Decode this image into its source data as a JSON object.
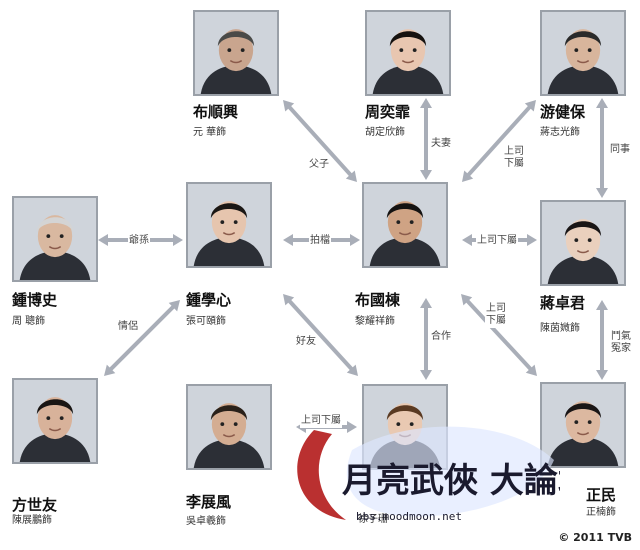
{
  "nodes": [
    {
      "id": "bu_shun_hing",
      "name": "布順興",
      "actor": "元 華飾",
      "tone": "#c9a58e",
      "hair": "#4a4a48"
    },
    {
      "id": "chau_yik_fei",
      "name": "周奕霏",
      "actor": "胡定欣飾",
      "tone": "#e8c6b0",
      "hair": "#161210"
    },
    {
      "id": "yau_kin_po",
      "name": "游健保",
      "actor": "蔣志光飾",
      "tone": "#d8b59c",
      "hair": "#2a2a2a"
    },
    {
      "id": "chung_pok_sze",
      "name": "鍾博史",
      "actor": "周 聰飾",
      "tone": "#d9b8a0",
      "hair": "#d4d4d4"
    },
    {
      "id": "chung_hok_sum",
      "name": "鍾學心",
      "actor": "張可頤飾",
      "tone": "#e6c5ae",
      "hair": "#1b1714"
    },
    {
      "id": "bu_kwok_tung",
      "name": "布國棟",
      "actor": "黎耀祥飾",
      "tone": "#cfa384",
      "hair": "#151312"
    },
    {
      "id": "cheung_cheuk_kwan",
      "name": "蔣卓君",
      "actor": "陳茵媺飾",
      "tone": "#ead0bd",
      "hair": "#1a1616"
    },
    {
      "id": "fong_sai_yau",
      "name": "方世友",
      "actor": "陳展鵬飾",
      "tone": "#d8b29a",
      "hair": "#1a1614"
    },
    {
      "id": "lee_chin_fung",
      "name": "李展風",
      "actor": "吳卓羲飾",
      "tone": "#d4ad92",
      "hair": "#2a211a"
    },
    {
      "id": "partial_center",
      "name": "",
      "actor": "徐子珊",
      "tone": "#e9c9b2",
      "hair": "#5a3a22"
    },
    {
      "id": "partial_right",
      "name": "正民",
      "actor": "正楠飾",
      "tone": "#dcb8a0",
      "hair": "#1a1616"
    }
  ],
  "edges": [
    {
      "label": "父子"
    },
    {
      "label": "夫妻"
    },
    {
      "label": "上司\n下屬"
    },
    {
      "label": "同事"
    },
    {
      "label": "爺孫"
    },
    {
      "label": "拍檔"
    },
    {
      "label": "上司下屬"
    },
    {
      "label": "情侶"
    },
    {
      "label": "好友"
    },
    {
      "label": "合作"
    },
    {
      "label": "上司\n下屬"
    },
    {
      "label": "鬥氣\n冤家"
    },
    {
      "label": "上司下屬"
    }
  ],
  "copyright": "© 2011 TVB",
  "watermark": {
    "text": "月亮武俠 大論壇",
    "url": "bbs.moodmoon.net"
  }
}
